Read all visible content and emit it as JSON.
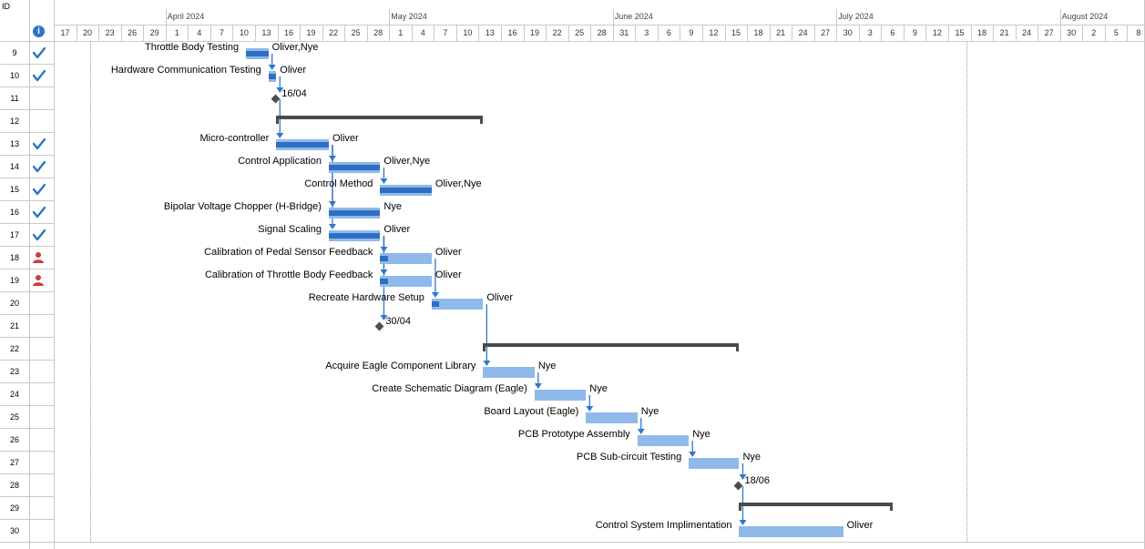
{
  "header": {
    "id_label": "ID"
  },
  "icons": {
    "info_header": "info-icon",
    "done": "checkmark-icon",
    "resource": "people-icon"
  },
  "colors": {
    "bar_light": "#8fb9ea",
    "bar_progress": "#2f6fc2",
    "summary": "#4a4a4a",
    "link": "#2f78cc",
    "milestone": "#4e4e4e",
    "check": "#2d74c4",
    "person": "#c83f3f",
    "info": "#2d74c4"
  },
  "timeline": {
    "months": [
      {
        "label": "April 2024",
        "day_index": 5
      },
      {
        "label": "May 2024",
        "day_index": 15
      },
      {
        "label": "June 2024",
        "day_index": 25
      },
      {
        "label": "July 2024",
        "day_index": 35
      },
      {
        "label": "August 2024",
        "day_index": 45
      }
    ],
    "days": [
      "17",
      "20",
      "23",
      "26",
      "29",
      "1",
      "4",
      "7",
      "10",
      "13",
      "16",
      "19",
      "22",
      "25",
      "28",
      "1",
      "4",
      "7",
      "10",
      "13",
      "16",
      "19",
      "22",
      "25",
      "28",
      "31",
      "3",
      "6",
      "9",
      "12",
      "15",
      "18",
      "21",
      "24",
      "27",
      "30",
      "3",
      "6",
      "9",
      "12",
      "15",
      "18",
      "21",
      "24",
      "27",
      "30",
      "2",
      "5",
      "8"
    ]
  },
  "rows": [
    {
      "id": "9",
      "status": "done",
      "name": "Throttle Body Testing",
      "type": "task",
      "start": 8.6,
      "end": 9.6,
      "progress": 1.0,
      "resource": "Oliver,Nye"
    },
    {
      "id": "10",
      "status": "done",
      "name": "Hardware Communication Testing",
      "type": "task",
      "start": 9.6,
      "end": 9.95,
      "progress": 1.0,
      "resource": "Oliver"
    },
    {
      "id": "11",
      "status": "",
      "name": "",
      "type": "milestone",
      "at": 9.95,
      "label": "16/04"
    },
    {
      "id": "12",
      "status": "",
      "name": "",
      "type": "summary",
      "start": 9.95,
      "end": 19.2
    },
    {
      "id": "13",
      "status": "done",
      "name": "Micro-controller",
      "type": "task",
      "start": 9.95,
      "end": 12.3,
      "progress": 1.0,
      "resource": "Oliver"
    },
    {
      "id": "14",
      "status": "done",
      "name": "Control Application",
      "type": "task",
      "start": 12.3,
      "end": 14.6,
      "progress": 1.0,
      "resource": "Oliver,Nye"
    },
    {
      "id": "15",
      "status": "done",
      "name": "Control Method",
      "type": "task",
      "start": 14.6,
      "end": 16.9,
      "progress": 1.0,
      "resource": "Oliver,Nye"
    },
    {
      "id": "16",
      "status": "done",
      "name": "Bipolar Voltage Chopper (H-Bridge)",
      "type": "task",
      "start": 12.3,
      "end": 14.6,
      "progress": 1.0,
      "resource": "Nye"
    },
    {
      "id": "17",
      "status": "done",
      "name": "Signal Scaling",
      "type": "task",
      "start": 12.3,
      "end": 14.6,
      "progress": 1.0,
      "resource": "Oliver"
    },
    {
      "id": "18",
      "status": "resource",
      "name": "Calibration of Pedal Sensor Feedback",
      "type": "task",
      "start": 14.6,
      "end": 16.9,
      "progress": 0.15,
      "resource": "Oliver"
    },
    {
      "id": "19",
      "status": "resource",
      "name": "Calibration of Throttle Body Feedback",
      "type": "task",
      "start": 14.6,
      "end": 16.9,
      "progress": 0.15,
      "resource": "Oliver"
    },
    {
      "id": "20",
      "status": "",
      "name": "Recreate Hardware Setup",
      "type": "task",
      "start": 16.9,
      "end": 19.2,
      "progress": 0.15,
      "resource": "Oliver"
    },
    {
      "id": "21",
      "status": "",
      "name": "",
      "type": "milestone",
      "at": 14.6,
      "label": "30/04"
    },
    {
      "id": "22",
      "status": "",
      "name": "",
      "type": "summary",
      "start": 19.2,
      "end": 30.65
    },
    {
      "id": "23",
      "status": "",
      "name": "Acquire Eagle Component Library",
      "type": "task",
      "start": 19.2,
      "end": 21.5,
      "progress": 0,
      "resource": "Nye"
    },
    {
      "id": "24",
      "status": "",
      "name": "Create Schematic Diagram (Eagle)",
      "type": "task",
      "start": 21.5,
      "end": 23.8,
      "progress": 0,
      "resource": "Nye"
    },
    {
      "id": "25",
      "status": "",
      "name": "Board Layout (Eagle)",
      "type": "task",
      "start": 23.8,
      "end": 26.1,
      "progress": 0,
      "resource": "Nye"
    },
    {
      "id": "26",
      "status": "",
      "name": "PCB Prototype Assembly",
      "type": "task",
      "start": 26.1,
      "end": 28.4,
      "progress": 0,
      "resource": "Nye"
    },
    {
      "id": "27",
      "status": "",
      "name": "PCB Sub-circuit Testing",
      "type": "task",
      "start": 28.4,
      "end": 30.65,
      "progress": 0,
      "resource": "Nye"
    },
    {
      "id": "28",
      "status": "",
      "name": "",
      "type": "milestone",
      "at": 30.65,
      "label": "18/06"
    },
    {
      "id": "29",
      "status": "",
      "name": "",
      "type": "summary",
      "start": 30.65,
      "end": 37.5
    },
    {
      "id": "30",
      "status": "",
      "name": "Control System Implimentation",
      "type": "task",
      "start": 30.65,
      "end": 35.3,
      "progress": 0,
      "resource": "Oliver"
    }
  ],
  "links": [
    [
      0,
      1
    ],
    [
      1,
      2
    ],
    [
      2,
      4
    ],
    [
      4,
      5
    ],
    [
      5,
      6
    ],
    [
      4,
      7
    ],
    [
      4,
      8
    ],
    [
      8,
      9
    ],
    [
      8,
      10
    ],
    [
      9,
      11
    ],
    [
      8,
      12
    ],
    [
      11,
      14
    ],
    [
      14,
      15
    ],
    [
      15,
      16
    ],
    [
      16,
      17
    ],
    [
      17,
      18
    ],
    [
      18,
      19
    ],
    [
      19,
      21
    ]
  ]
}
